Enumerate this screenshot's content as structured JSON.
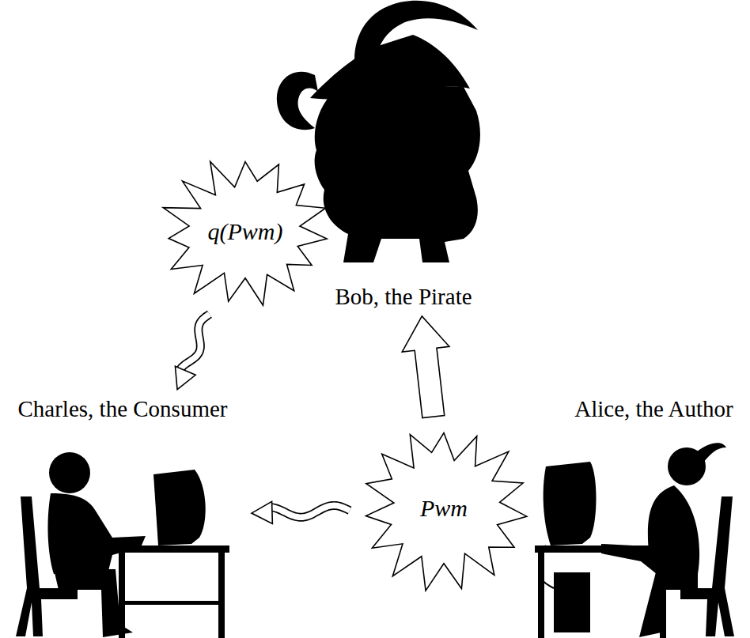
{
  "diagram": {
    "nodes": [
      {
        "text": [
          "Bob, the Pirate"
        ]
      },
      {
        "text": [
          "q(Pwm)"
        ]
      },
      {
        "text": [
          "Charles, the Consumer"
        ]
      },
      {
        "text": [
          "Alice, the Author"
        ]
      },
      {
        "text": [
          "Pwm"
        ]
      }
    ],
    "edges": [
      {
        "from": 4,
        "to": 0,
        "arrow": "to"
      },
      {
        "from": 4,
        "to": 2,
        "arrow": "to"
      },
      {
        "from": 1,
        "to": 2,
        "arrow": "to"
      }
    ]
  }
}
